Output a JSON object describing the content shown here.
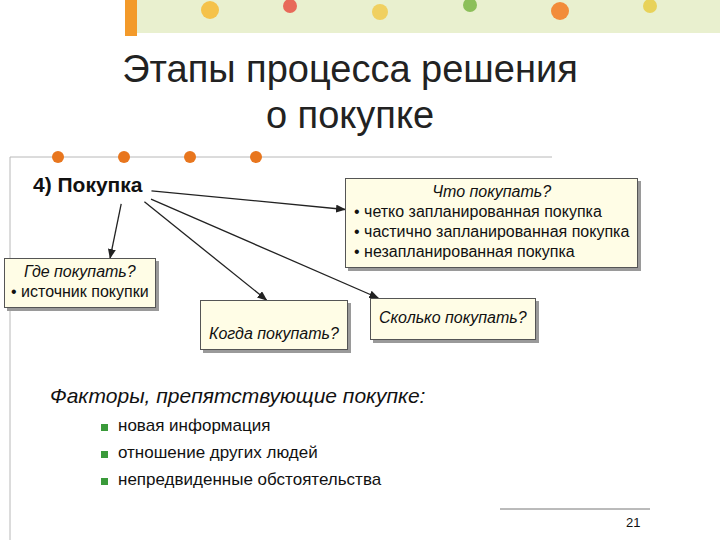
{
  "diagram": {
    "title": "Этапы процесса решения о покупке",
    "nodes": [
      {
        "text": [
          "4) Покупка"
        ]
      },
      {
        "text": [
          "Что покупать?",
          "• четко запланированная покупка",
          "• частично запланированная покупка",
          "• незапланированная покупка"
        ]
      },
      {
        "text": [
          "Где покупать?",
          "• источник покупки"
        ]
      },
      {
        "text": [
          "Когда покупать?"
        ]
      },
      {
        "text": [
          "Сколько покупать?"
        ]
      }
    ],
    "edges": [
      {
        "from": 0,
        "to": 1,
        "arrow": "to"
      },
      {
        "from": 0,
        "to": 2,
        "arrow": "to"
      },
      {
        "from": 0,
        "to": 3,
        "arrow": "to"
      },
      {
        "from": 0,
        "to": 4,
        "arrow": "to"
      }
    ],
    "labels": [
      "Факторы, препятствующие покупке:",
      "новая информация",
      "отношение других людей",
      "непредвиденные обстоятельства",
      "21"
    ]
  }
}
